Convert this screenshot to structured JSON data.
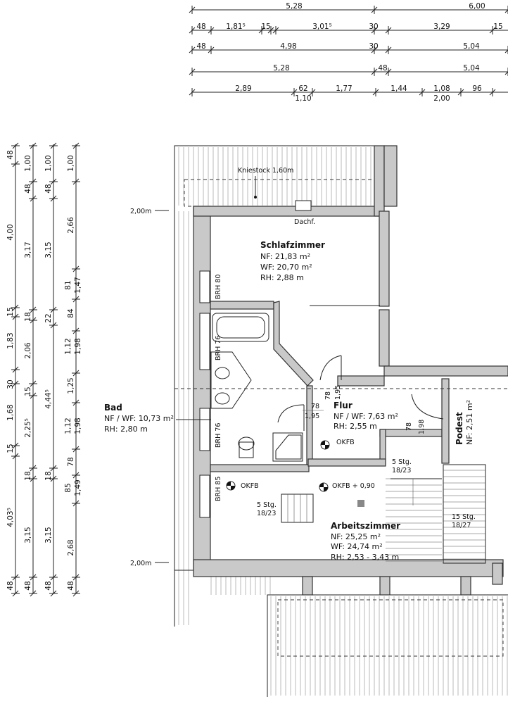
{
  "dimensions_top": {
    "row1": [
      "5,28",
      "6,00"
    ],
    "row2": [
      "48",
      "1,81⁵",
      "15",
      "3,01⁵",
      "30",
      "3,29",
      "15"
    ],
    "row3": [
      "48",
      "4,98",
      "30",
      "5,04"
    ],
    "row4": [
      "5,28",
      "48",
      "5,04"
    ],
    "row5": [
      "2,89",
      "62",
      "1,10",
      "1,77",
      "1,44",
      "1,08",
      "2,00",
      "96"
    ]
  },
  "dimensions_left": {
    "col1": [
      "48",
      "4,00",
      "15",
      "1,83",
      "30",
      "1,68",
      "15",
      "4,03⁵",
      "48"
    ],
    "col2": [
      "1,00",
      "48",
      "3,17",
      "18",
      "2,06",
      "15",
      "2,25⁵",
      "18",
      "3,15",
      "48"
    ],
    "col3": [
      "1,00",
      "48",
      "3,15",
      "22",
      "4,44⁵",
      "18",
      "3,15",
      "48"
    ],
    "col4": [
      "1,00",
      "2,66",
      "81",
      "1,47",
      "84",
      "1,12",
      "1,98",
      "1,25",
      "1,12",
      "1,98",
      "78",
      "85",
      "1,49",
      "2,68",
      "48"
    ]
  },
  "level_marks": [
    "2,00m",
    "2,00m"
  ],
  "labels": {
    "kniestock": "Kniestock 1,60m",
    "dachf": "Dachf.",
    "brh80": "BRH 80",
    "brh76a": "BRH 76",
    "brh76b": "BRH 76",
    "brh85": "BRH 85",
    "okfb1": "OKFB",
    "okfb2": "OKFB",
    "okfb3": "OKFB + 0,90",
    "stg5a_line1": "5 Stg.",
    "stg5a_line2": "18/23",
    "stg5b_line1": "5 Stg.",
    "stg5b_line2": "18/23",
    "stg15_line1": "15 Stg.",
    "stg15_line2": "18/27",
    "door_78_195_a_w": "78",
    "door_78_195_a_h": "1,95",
    "door_78_195_b_w": "78",
    "door_78_195_b_h": "1,95",
    "door_78_198_w": "78",
    "door_78_198_h": "1,98"
  },
  "rooms": {
    "schlafzimmer": {
      "name": "Schlafzimmer",
      "nf": "NF: 21,83 m²",
      "wf": "WF: 20,70 m²",
      "rh": "RH: 2,88 m"
    },
    "bad": {
      "name": "Bad",
      "nfwf": "NF / WF: 10,73 m²",
      "rh": "RH: 2,80 m"
    },
    "flur": {
      "name": "Flur",
      "nfwf": "NF / WF: 7,63 m²",
      "rh": "RH: 2,55 m"
    },
    "podest": {
      "name": "Podest",
      "nf": "NF: 2,51 m²"
    },
    "arbeitszimmer": {
      "name": "Arbeitszimmer",
      "nf": "NF: 25,25 m²",
      "wf": "WF: 24,74 m²",
      "rh": "RH: 2,53 - 3,43 m"
    }
  }
}
